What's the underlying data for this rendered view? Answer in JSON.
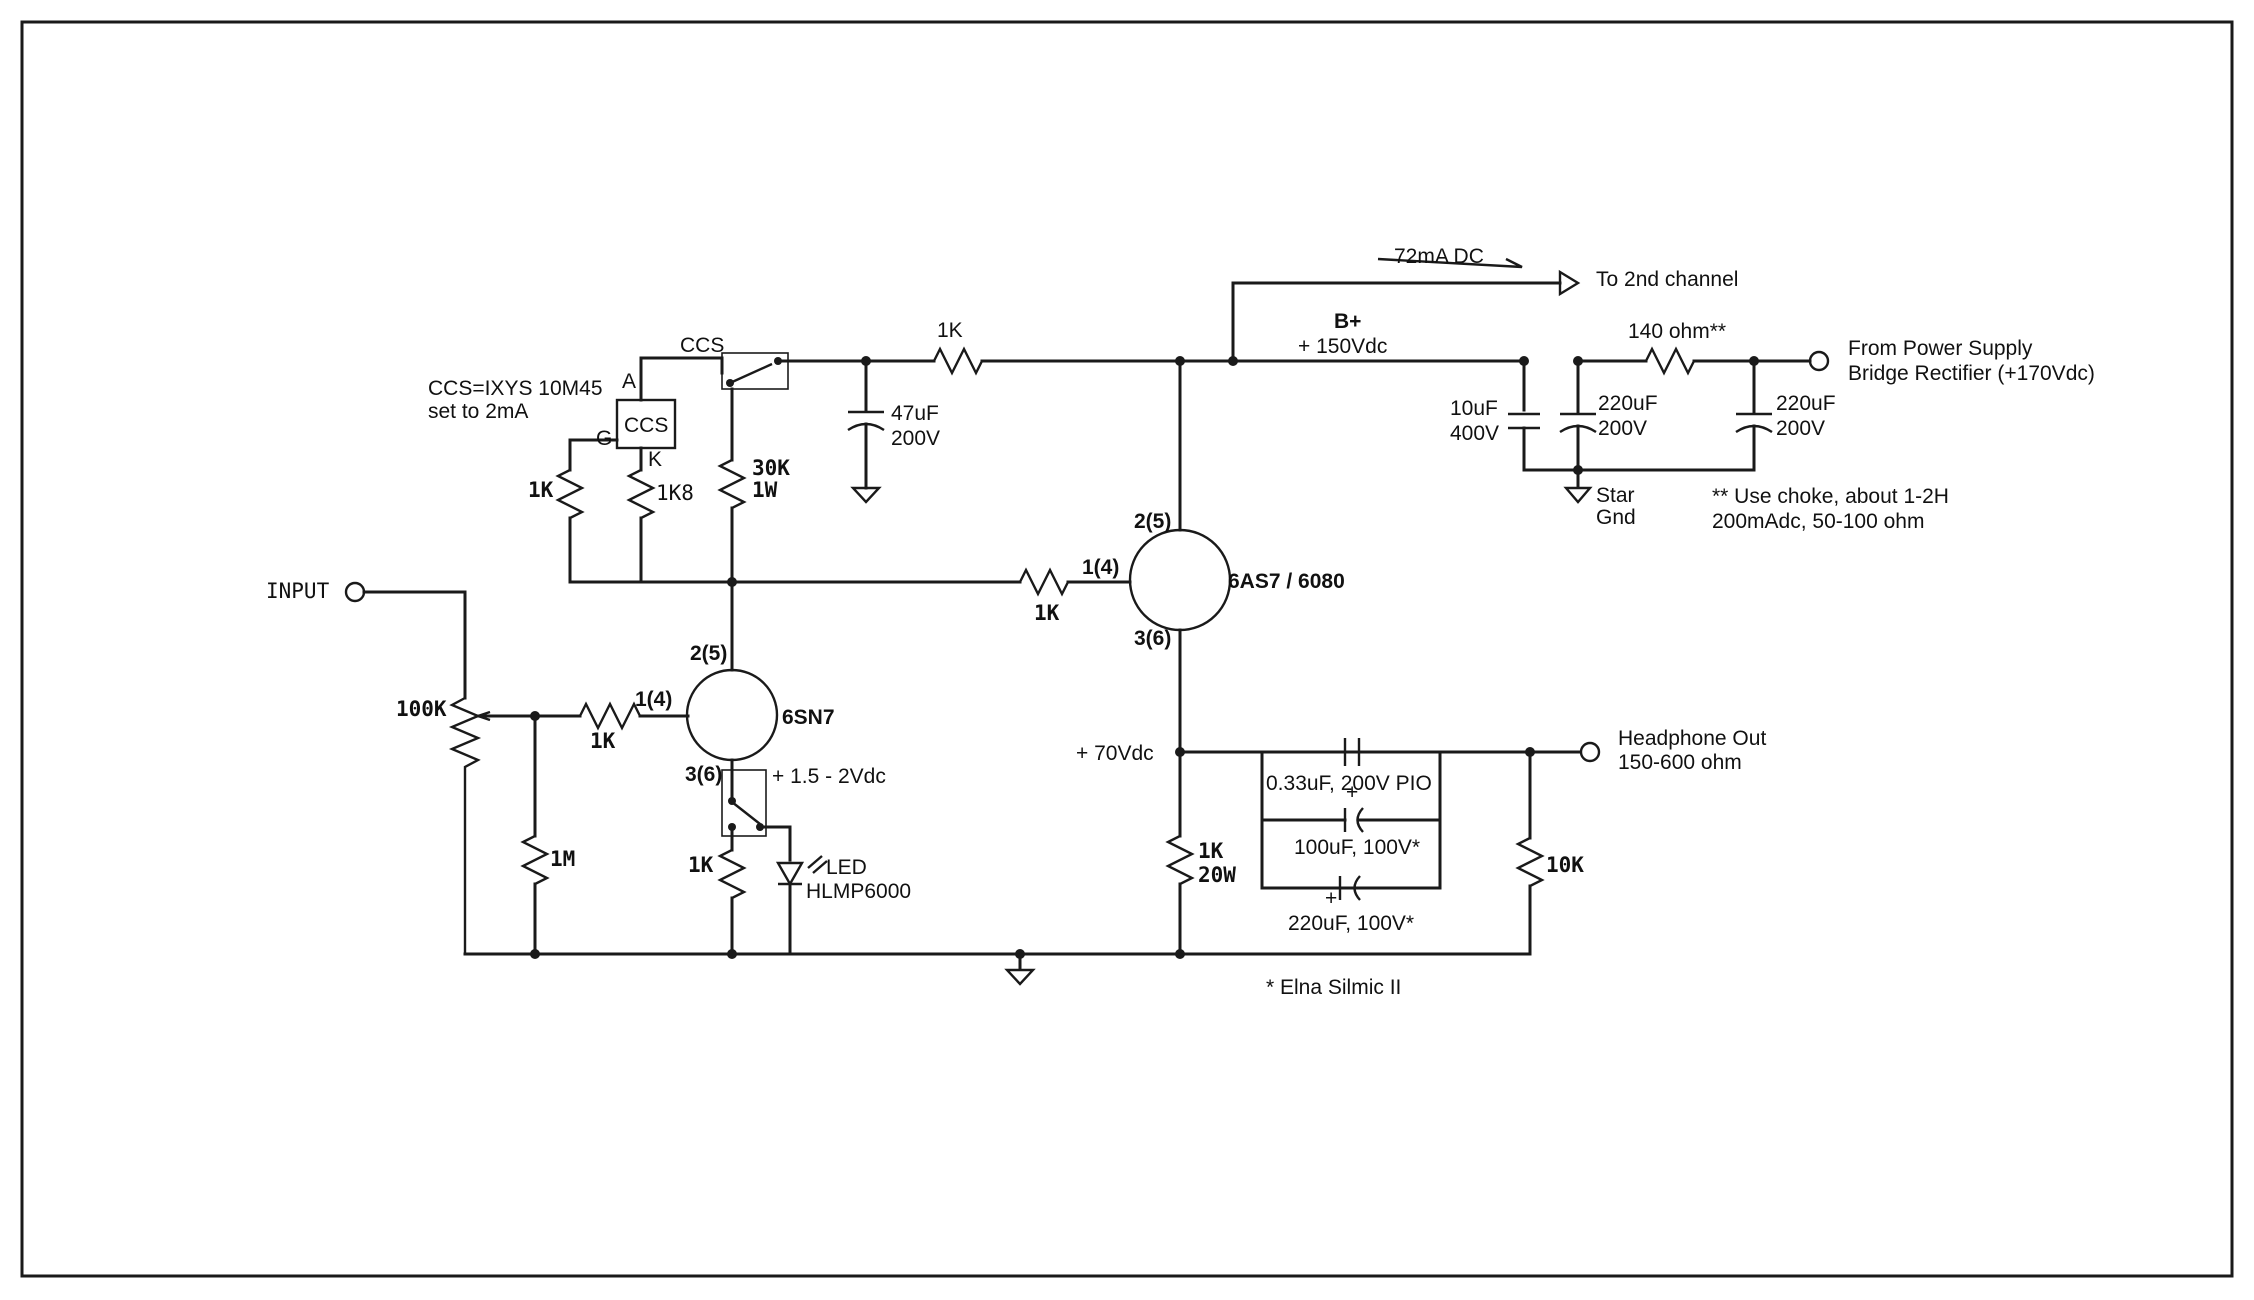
{
  "ccs_note": {
    "line1": "CCS=IXYS 10M45",
    "line2": "set to 2mA"
  },
  "ccs": {
    "label": "CCS",
    "pin_a": "A",
    "pin_g": "G",
    "pin_k": "K",
    "top_label": "CCS"
  },
  "input": {
    "label": "INPUT"
  },
  "pot": {
    "label": "100K"
  },
  "r_grid_input": "1K",
  "r_grid_leak": "1M",
  "r_ccs_gate": "1K",
  "r_ccs_k": "1K8",
  "r_30k": {
    "line1": "30K",
    "line2": "1W"
  },
  "r_cathode_6sn7": "1K",
  "led": {
    "line1": "LED",
    "line2": "HLMP6000"
  },
  "v6sn7": {
    "name": "6SN7",
    "pin_grid": "1(4)",
    "pin_plate": "2(5)",
    "pin_cathode": "3(6)",
    "cathode_v": "+ 1.5 - 2Vdc"
  },
  "r_grid_6as7": "1K",
  "r_supply_1k": "1K",
  "c_47": {
    "line1": "47uF",
    "line2": "200V"
  },
  "v6as7": {
    "name": "6AS7 / 6080",
    "pin_grid": "1(4)",
    "pin_plate": "2(5)",
    "pin_cathode": "3(6)"
  },
  "bplus": {
    "label": "B+",
    "voltage": "+ 150Vdc"
  },
  "current": "72mA DC",
  "second_channel": "To 2nd channel",
  "r_140": "140 ohm**",
  "supply": {
    "line1": "From Power Supply",
    "line2": "Bridge Rectifier (+170Vdc)"
  },
  "c_10u": {
    "line1": "10uF",
    "line2": "400V"
  },
  "c_220a": {
    "line1": "220uF",
    "line2": "200V"
  },
  "c_220b": {
    "line1": "220uF",
    "line2": "200V"
  },
  "star_gnd": {
    "line1": "Star",
    "line2": "Gnd"
  },
  "choke_note": {
    "line1": "** Use choke, about 1-2H",
    "line2": "200mAdc, 50-100 ohm"
  },
  "out_node_v": "+ 70Vdc",
  "c_pio": "0.33uF, 200V PIO",
  "c_100": "100uF, 100V*",
  "c_220out": "220uF, 100V*",
  "r_20w": {
    "line1": "1K",
    "line2": "20W"
  },
  "r_10k": "10K",
  "headphone": {
    "line1": "Headphone Out",
    "line2": "150-600 ohm"
  },
  "elna_note": "* Elna Silmic II",
  "plus_sign": "+"
}
